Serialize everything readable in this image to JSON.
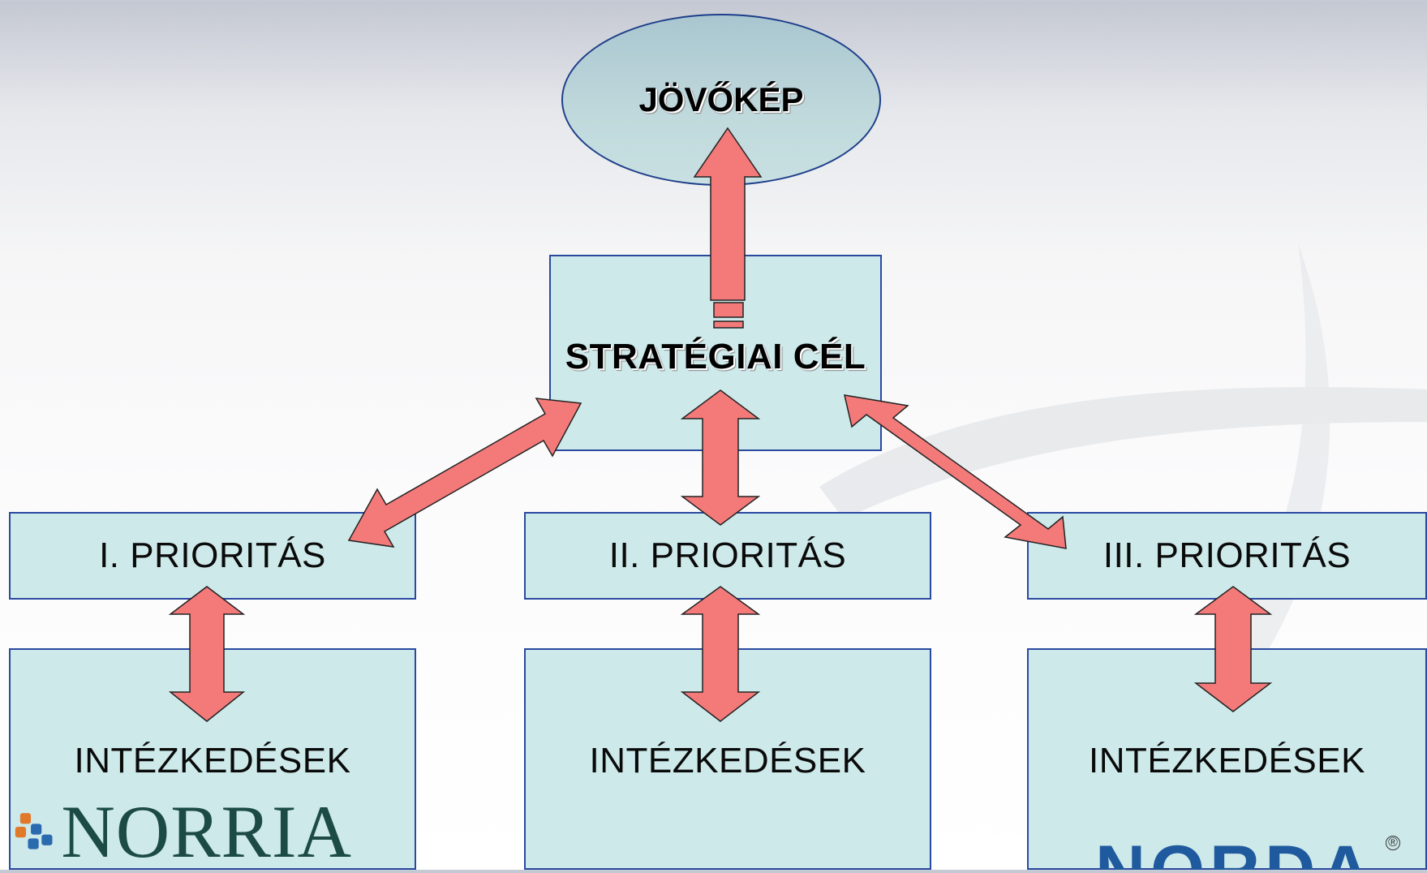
{
  "vision": {
    "label": "JÖVŐKÉP"
  },
  "strategic_goal": {
    "label": "STRATÉGIAI CÉL"
  },
  "priorities": [
    {
      "label": "I. PRIORITÁS"
    },
    {
      "label": "II. PRIORITÁS"
    },
    {
      "label": "III. PRIORITÁS"
    }
  ],
  "measures": [
    {
      "label": "INTÉZKEDÉSEK"
    },
    {
      "label": "INTÉZKEDÉSEK"
    },
    {
      "label": "INTÉZKEDÉSEK"
    }
  ],
  "logos": {
    "left": "NORRIA",
    "right": "NORDA"
  },
  "colors": {
    "box_fill": "#cde9ea",
    "box_border": "#2a4aa0",
    "arrow_fill": "#f47a7a",
    "vision_fill": "#b6d0d6"
  }
}
